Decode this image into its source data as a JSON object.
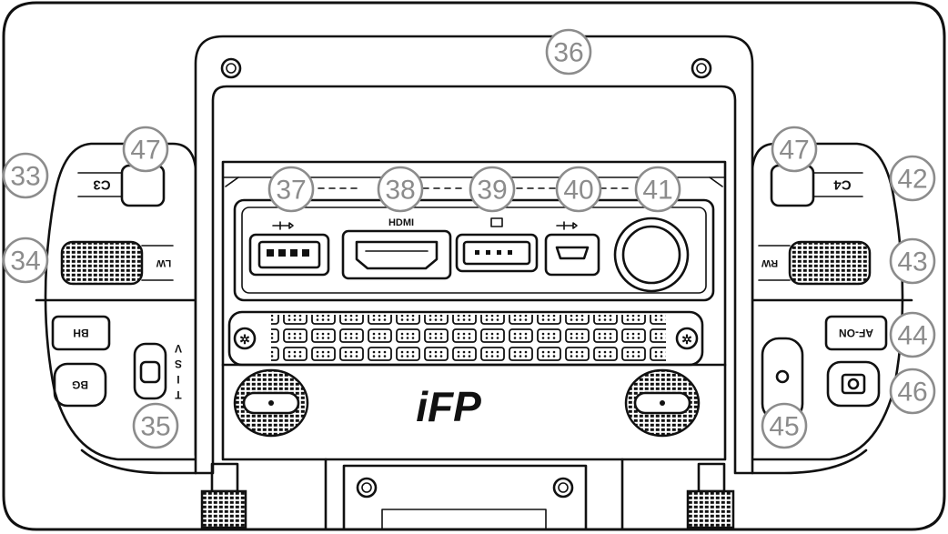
{
  "device": {
    "brand_logo": "iFP",
    "button_labels": {
      "c3": "C3",
      "c4": "C4",
      "lw": "LW",
      "rw": "RW",
      "bh": "BH",
      "bg": "BG",
      "af_on": "AF-ON"
    },
    "port_icon_labels": {
      "hdmi": "HDMI"
    },
    "switch_positions": [
      "T",
      "I",
      "S",
      "V"
    ]
  },
  "callouts": [
    {
      "id": "33",
      "label": "33"
    },
    {
      "id": "34",
      "label": "34"
    },
    {
      "id": "35",
      "label": "35"
    },
    {
      "id": "36",
      "label": "36"
    },
    {
      "id": "37",
      "label": "37"
    },
    {
      "id": "38",
      "label": "38"
    },
    {
      "id": "39",
      "label": "39"
    },
    {
      "id": "40",
      "label": "40"
    },
    {
      "id": "41",
      "label": "41"
    },
    {
      "id": "42",
      "label": "42"
    },
    {
      "id": "43",
      "label": "43"
    },
    {
      "id": "44",
      "label": "44"
    },
    {
      "id": "45",
      "label": "45"
    },
    {
      "id": "46",
      "label": "46"
    },
    {
      "id": "47a",
      "label": "47"
    },
    {
      "id": "47b",
      "label": "47"
    }
  ],
  "colors": {
    "outline": "#111111",
    "callout": "#8c8c8c",
    "background": "#ffffff"
  }
}
